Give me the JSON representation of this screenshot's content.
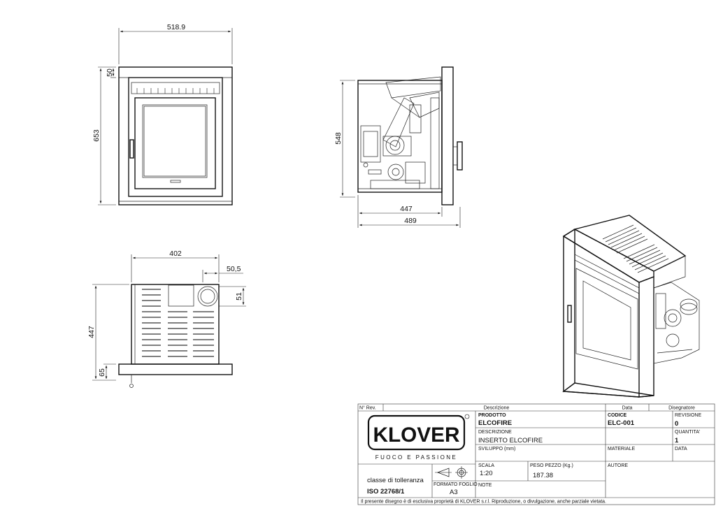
{
  "dimensions": {
    "front_width": "518.9",
    "front_top": "50",
    "front_height": "653",
    "side_height": "548",
    "side_depth_inner": "447",
    "side_depth_total": "489",
    "top_width": "402",
    "top_flue_offset": "50,5",
    "top_flue_size": "51",
    "top_depth": "447",
    "top_frame": "65"
  },
  "title_block": {
    "rev_no_label": "N° Rev.",
    "descrizione_label": "Descrizione",
    "data_label": "Data",
    "disegnatore_label": "Disegnatore",
    "brand": "KLOVER",
    "tagline": "FUOCO E PASSIONE",
    "prodotto_label": "PRODOTTO",
    "prodotto": "ELCOFIRE",
    "codice_label": "CODICE",
    "codice": "ELC-001",
    "revisione_label": "REVISIONE",
    "revisione": "0",
    "descrizione2_label": "DESCRIZIONE",
    "descrizione2": "INSERTO ELCOFIRE",
    "quantita_label": "QUANTITA'",
    "quantita": "1",
    "sviluppo_label": "SVILUPPO (mm)",
    "materiale_label": "MATERIALE",
    "data2_label": "DATA",
    "scala_label": "SCALA",
    "scala": "1:20",
    "peso_label": "PESO PEZZO (Kg.)",
    "peso": "187.38",
    "autore_label": "AUTORE",
    "tolleranza_label": "classe di tolleranza",
    "tolleranza": "ISO 22768/1",
    "formato_label": "FORMATO FOGLIO",
    "formato": "A3",
    "note_label": "NOTE",
    "footer": "Il presente disegno è di esclusiva proprietà di KLOVER s.r.l. Riproduzione, o divulgazione, anche parziale vietata."
  }
}
